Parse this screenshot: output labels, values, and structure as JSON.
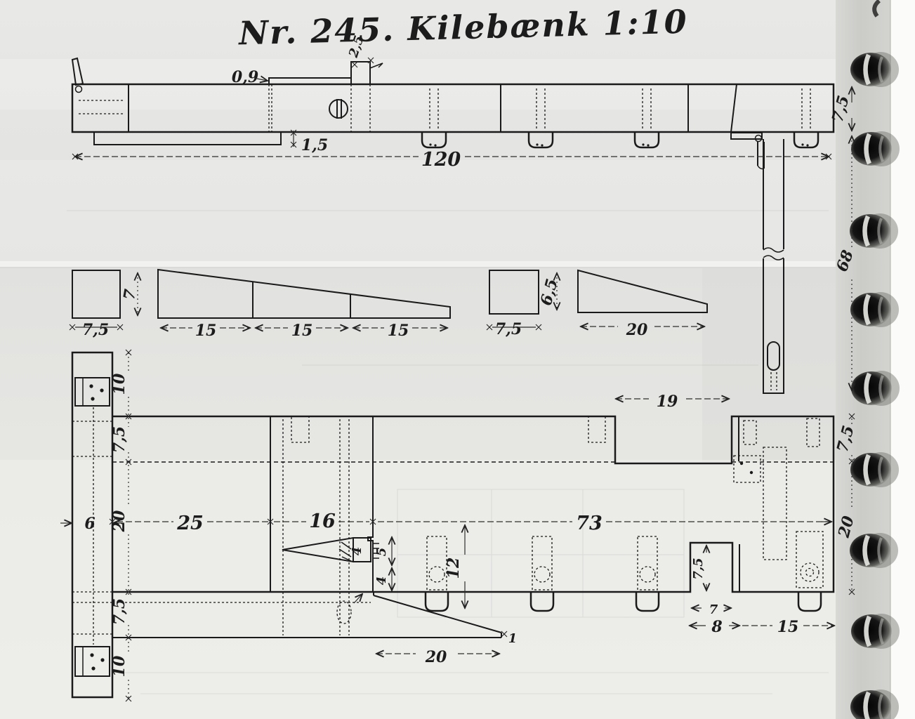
{
  "title": "Nr. 245. Kilebænk 1:10",
  "elevation": {
    "name": "side-elevation",
    "dims": {
      "batten_height": "0,9",
      "dog_width": "2,5",
      "apron_thickness": "1,5",
      "total_length": "120",
      "top_thickness": "7,5",
      "leg_length": "68"
    }
  },
  "wedge_profiles": {
    "name": "wedge-profiles",
    "dims": {
      "square1_width": "7,5",
      "square1_height": "7",
      "wedge1_seg1": "15",
      "wedge1_seg2": "15",
      "wedge1_seg3": "15",
      "square2_width": "7,5",
      "wedge2_height": "6,5",
      "wedge2_length": "20"
    }
  },
  "plan": {
    "name": "plan-view",
    "dims": {
      "endcap_thickness": "6",
      "endcap_overhang_top": "10",
      "rear_board_width": "7,5",
      "well_width": "20",
      "front_board_width": "7,5",
      "endcap_overhang_bottom": "10",
      "section_left": "25",
      "section_vise": "16",
      "section_main": "73",
      "top_notch_length": "19",
      "bolt_depth": "12",
      "wedge_block_width": "4",
      "gap_upper": "5",
      "gap_lower": "4",
      "jaw_wedge_length": "20",
      "jaw_wedge_tip": "1",
      "pocket_depth": "7,5",
      "pocket_width": "7",
      "tail_offset": "8",
      "tail_length": "15",
      "right_rear_board": "7,5",
      "right_well": "20"
    }
  }
}
